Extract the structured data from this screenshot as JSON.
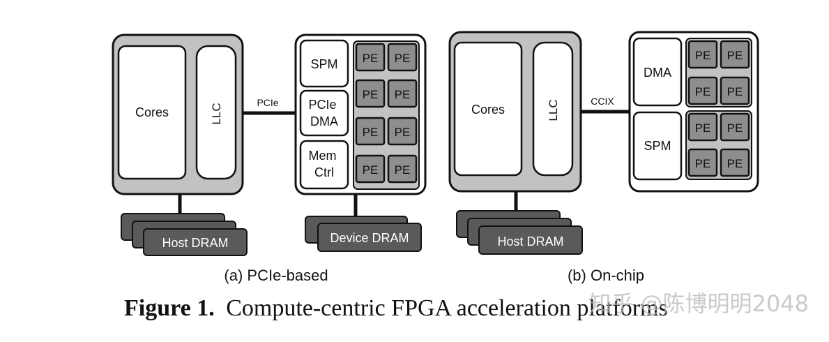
{
  "diagrams": [
    {
      "id": "a",
      "host": {
        "cores_label": "Cores",
        "llc_label": "LLC"
      },
      "link_label": "PCIe",
      "fpga_blocks": [
        "SPM",
        "PCIe\nDMA",
        "Mem\nCtrl"
      ],
      "pe_label": "PE",
      "host_dram_label": "Host DRAM",
      "device_dram_label": "Device DRAM",
      "subcaption": "(a) PCIe-based"
    },
    {
      "id": "b",
      "host": {
        "cores_label": "Cores",
        "llc_label": "LLC"
      },
      "link_label": "CCIX",
      "fpga_blocks": [
        "DMA",
        "SPM"
      ],
      "pe_label": "PE",
      "host_dram_label": "Host DRAM",
      "subcaption": "(b) On-chip"
    }
  ],
  "figure_caption": {
    "label": "Figure 1.",
    "text": "Compute-centric FPGA acceleration platforms"
  },
  "watermark": "知乎 @陈博明明2048",
  "colors": {
    "host_fill": "#c2c2c2",
    "pe_fill": "#8e8e8e",
    "dram_fill": "#5a5a5a",
    "stroke": "#111111",
    "white": "#ffffff"
  }
}
